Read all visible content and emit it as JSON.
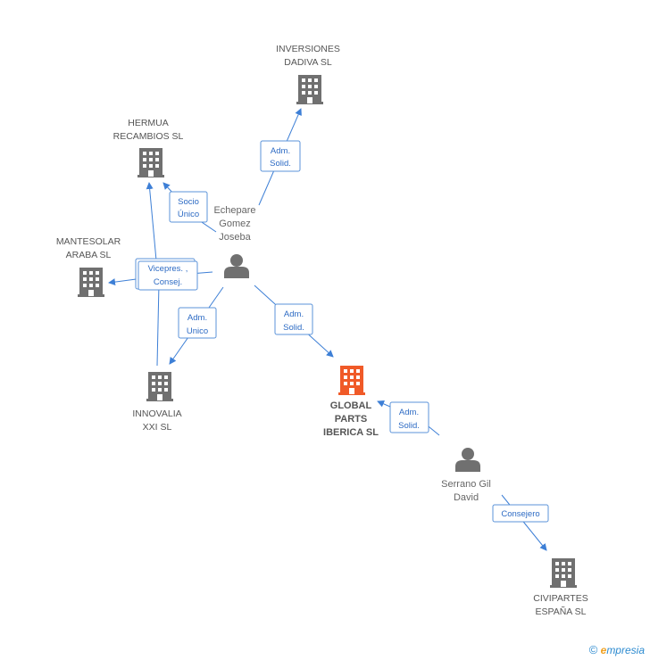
{
  "companies": [
    {
      "id": "inversiones",
      "lines": [
        "INVERSIONES",
        "DADIVA  SL"
      ],
      "highlight": false
    },
    {
      "id": "hermua",
      "lines": [
        "HERMUA",
        "RECAMBIOS SL"
      ],
      "highlight": false
    },
    {
      "id": "mantesolar",
      "lines": [
        "MANTESOLAR",
        "ARABA SL"
      ],
      "highlight": false
    },
    {
      "id": "innovalia",
      "lines": [
        "INNOVALIA",
        "XXI SL"
      ],
      "highlight": false
    },
    {
      "id": "global",
      "lines": [
        "GLOBAL",
        "PARTS",
        "IBERICA SL"
      ],
      "highlight": true
    },
    {
      "id": "civipartes",
      "lines": [
        "CIVIPARTES",
        "ESPAÑA SL"
      ],
      "highlight": false
    }
  ],
  "people": [
    {
      "id": "echepare",
      "lines": [
        "Echepare",
        "Gomez",
        "Joseba"
      ]
    },
    {
      "id": "serrano",
      "lines": [
        "Serrano Gil",
        "David"
      ]
    }
  ],
  "relations": [
    {
      "id": "adm-solid-inversiones",
      "lines": [
        "Adm.",
        "Solid."
      ]
    },
    {
      "id": "socio-unico-hermua",
      "lines": [
        "Socio",
        "Único"
      ]
    },
    {
      "id": "vicepres-consej",
      "lines": [
        "Vicepres. ,",
        "Consej."
      ]
    },
    {
      "id": "adm-unico-innovalia",
      "lines": [
        "Adm.",
        "Unico"
      ]
    },
    {
      "id": "adm-solid-global",
      "lines": [
        "Adm.",
        "Solid."
      ]
    },
    {
      "id": "adm-solid-serrano",
      "lines": [
        "Adm.",
        "Solid."
      ]
    },
    {
      "id": "consejero-civipartes",
      "lines": [
        "Consejero"
      ]
    }
  ],
  "colors": {
    "building": "#707070",
    "building_highlight": "#f05a28",
    "person": "#707070",
    "edge": "#3d7fd6"
  },
  "icons": {
    "company": "building-icon",
    "person": "person-icon"
  },
  "footer": {
    "copyright": "©",
    "brand_e": "e",
    "brand_rest": "mpresia"
  }
}
